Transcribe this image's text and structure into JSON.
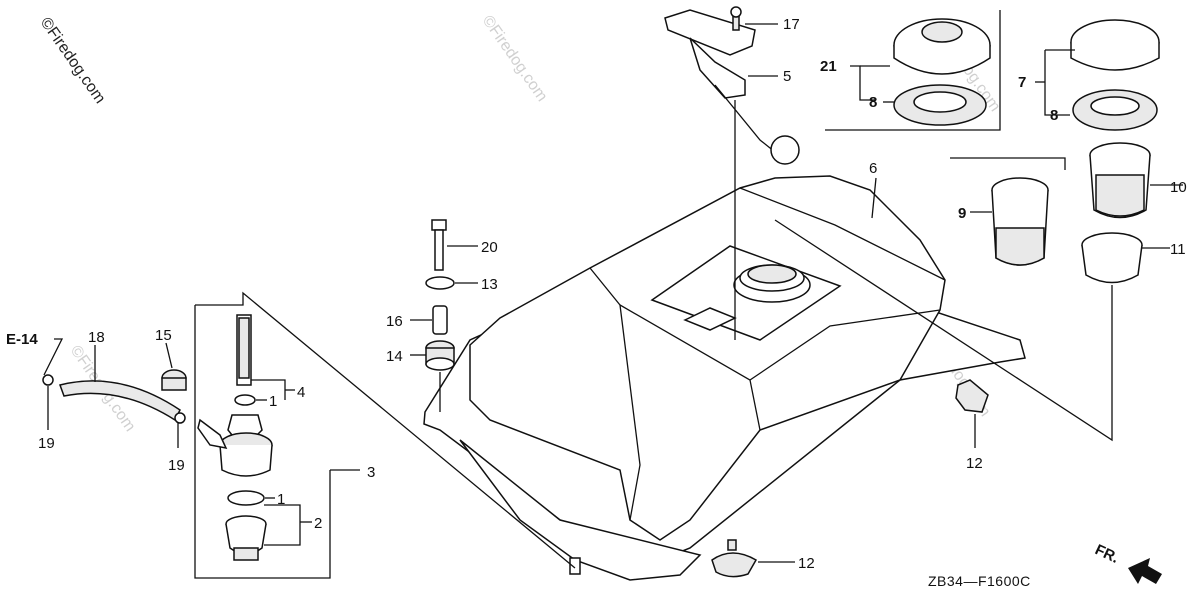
{
  "watermarks": {
    "corner": "©Firedog.com",
    "repeat": "©Firedog.com"
  },
  "diagram_code": "ZB34—F1600C",
  "front_marker": "FR.",
  "ref_e14": "E-14",
  "labels": {
    "p1a": "1",
    "p1b": "1",
    "p2": "2",
    "p3": "3",
    "p4": "4",
    "p5": "5",
    "p6": "6",
    "p7": "7",
    "p8a": "8",
    "p8b": "8",
    "p9": "9",
    "p10": "10",
    "p11": "11",
    "p12a": "12",
    "p12b": "12",
    "p13": "13",
    "p14": "14",
    "p15": "15",
    "p16": "16",
    "p17": "17",
    "p18": "18",
    "p19a": "19",
    "p19b": "19",
    "p20": "20",
    "p21": "21"
  }
}
